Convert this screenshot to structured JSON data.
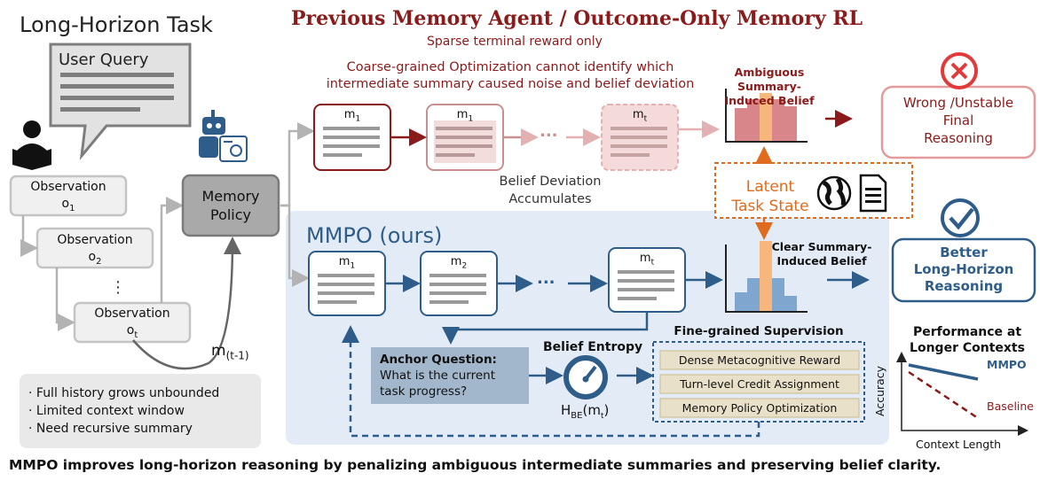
{
  "left": {
    "title": "Long-Horizon Task",
    "user_query": "User Query",
    "observations": [
      {
        "label": "Observation",
        "sub": "o",
        "idx": "1"
      },
      {
        "label": "Observation",
        "sub": "o",
        "idx": "2"
      },
      {
        "label": "Observation",
        "sub": "o",
        "idx": "t"
      }
    ],
    "memory_policy": "Memory Policy",
    "m_prev": "m",
    "m_prev_idx": "(t-1)",
    "bullets": [
      "· Full history grows unbounded",
      "· Limited context window",
      "· Need recursive summary"
    ]
  },
  "top": {
    "title": "Previous Memory Agent / Outcome-Only Memory RL",
    "sparse": "Sparse terminal reward only",
    "coarse_line1": "Coarse-grained Optimization cannot identify which",
    "coarse_line2": "intermediate summary caused noise and belief deviation",
    "m_labels": [
      "m",
      "m",
      "m"
    ],
    "m_idx": [
      "1",
      "1",
      "t"
    ],
    "dots": "...",
    "ambig_line1": "Ambiguous Summary-",
    "ambig_line2": "Induced Belief",
    "deviation_line1": "Belief Deviation",
    "deviation_line2": "Accumulates",
    "wrong_lines": [
      "Wrong /Unstable",
      "Final",
      "Reasoning"
    ]
  },
  "latent": {
    "line1": "Latent",
    "line2": "Task State"
  },
  "mmpo": {
    "title": "MMPO (ours)",
    "m_labels": [
      "m",
      "m",
      "m"
    ],
    "m_idx": [
      "1",
      "2",
      "t"
    ],
    "dots": "...",
    "clear_line1": "Clear Summary-",
    "clear_line2": "Induced Belief",
    "better_lines": [
      "Better",
      "Long-Horizon",
      "Reasoning"
    ],
    "anchor_title": "Anchor Question:",
    "anchor_line2": "What is the current",
    "anchor_line3": "task progress?",
    "entropy_title": "Belief Entropy",
    "entropy_formula": "H",
    "entropy_sub": "BE",
    "entropy_arg": "(m",
    "entropy_arg_idx": "t",
    "entropy_close": ")",
    "fine_title": "Fine-grained Supervision",
    "fine_items": [
      "Dense Metacognitive Reward",
      "Turn-level Credit Assignment",
      "Memory Policy Optimization"
    ]
  },
  "perf": {
    "title_line1": "Performance at",
    "title_line2": "Longer Contexts",
    "ylabel": "Accuracy",
    "xlabel": "Context Length",
    "series": [
      {
        "name": "MMPO"
      },
      {
        "name": "Baseline"
      }
    ]
  },
  "caption": "MMPO improves long-horizon reasoning by penalizing ambiguous intermediate summaries and preserving belief clarity.",
  "colors": {
    "red": "#8b1a1a",
    "blue": "#2f5d8a",
    "orange": "#e06b1c",
    "light_blue_panel": "#e3ecf6",
    "gray_panel": "#e9e9e9"
  }
}
